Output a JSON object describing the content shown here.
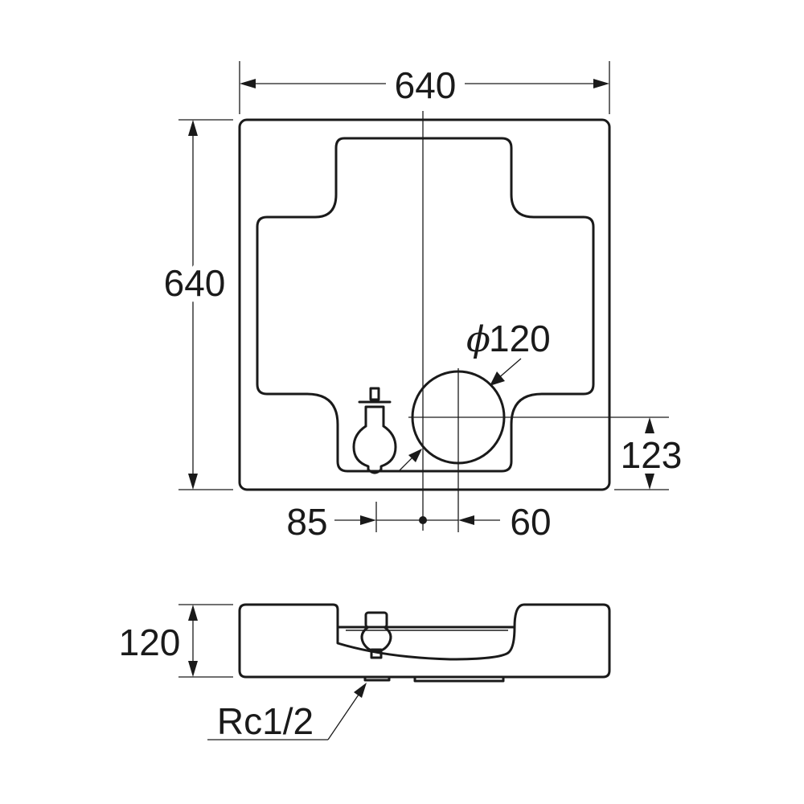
{
  "dimensions": {
    "top_width": "640",
    "side_height": "640",
    "drain_diameter_symbol": "ϕ",
    "drain_diameter": "120",
    "drain_offset_vertical": "123",
    "offset_left": "85",
    "offset_right": "60",
    "side_view_height": "120",
    "thread_size": "Rc1/2"
  },
  "colors": {
    "stroke": "#1a1a1a",
    "background": "#ffffff"
  }
}
